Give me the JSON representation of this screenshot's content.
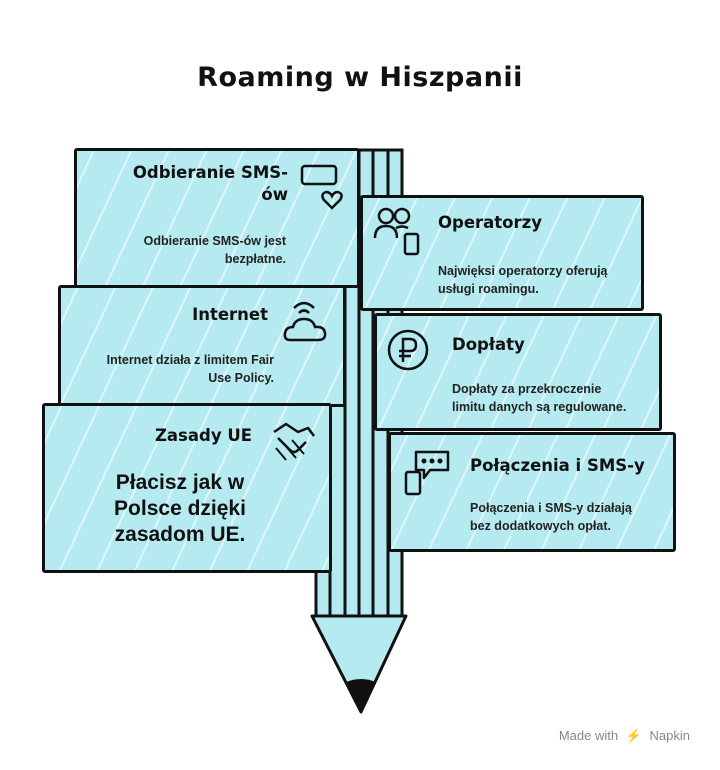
{
  "title": "Roaming w Hiszpanii",
  "panels": {
    "sms": {
      "title": "Odbieranie SMS-\nów",
      "desc": "Odbieranie SMS-ów jest\nbezpłatne.",
      "icon": "message-heart-icon"
    },
    "internet": {
      "title": "Internet",
      "desc": "Internet działa z limitem Fair\nUse Policy.",
      "icon": "cloud-wifi-icon"
    },
    "zasady": {
      "title": "Zasady UE",
      "desc": "Płacisz jak w\nPolsce dzięki\nzasadom UE.",
      "icon": "handshake-icon"
    },
    "operatorzy": {
      "title": "Operatorzy",
      "desc": "Najwięksi operatorzy oferują\nusługi roamingu.",
      "icon": "people-phone-icon"
    },
    "doplaty": {
      "title": "Dopłaty",
      "desc": "Dopłaty za przekroczenie\nlimitu danych są regulowane.",
      "icon": "currency-coin-icon"
    },
    "polaczenia": {
      "title": "Połączenia i SMS-y",
      "desc": "Połączenia i SMS-y działają\nbez dodatkowych opłat.",
      "icon": "phone-message-icon"
    }
  },
  "footer": {
    "made_with": "Made with",
    "brand": "Napkin"
  },
  "colors": {
    "panel_fill": "#b4eaf0",
    "outline": "#111111"
  }
}
